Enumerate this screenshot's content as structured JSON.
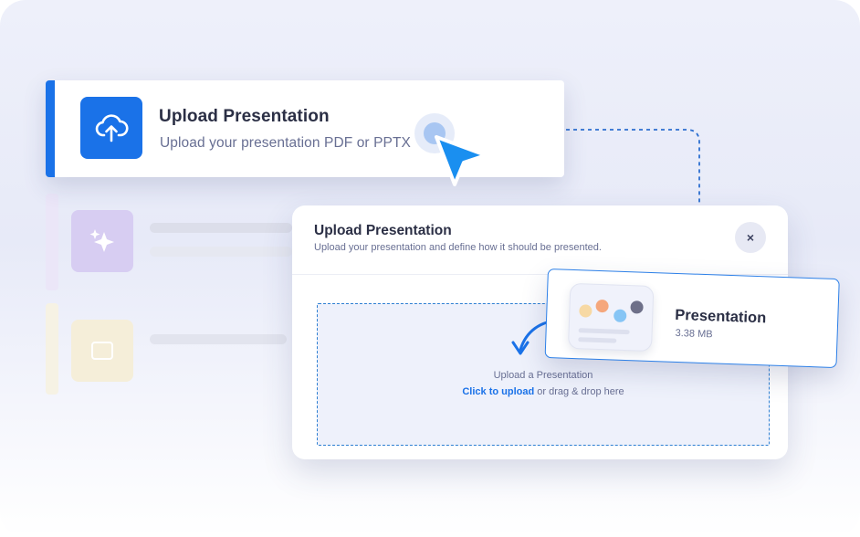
{
  "colors": {
    "accent": "#1a72e8",
    "text_primary": "#2b2f45",
    "text_secondary": "#686f93",
    "dropzone_border": "#2d7fd2",
    "ghost_purple": "#cfc7ee",
    "ghost_yellow": "#f3ead0"
  },
  "options": {
    "upload": {
      "icon": "cloud-upload-icon",
      "title": "Upload Presentation",
      "subtitle": "Upload your presentation PDF or PPTX"
    },
    "ghost_items": [
      {
        "icon": "sparkles-icon"
      },
      {
        "icon": "image-icon"
      }
    ]
  },
  "dialog": {
    "title": "Upload Presentation",
    "subtitle": "Upload your presentation and define how it should be presented.",
    "close_label": "×",
    "dropzone": {
      "title": "Upload a Presentation",
      "link_label": "Click to upload",
      "hint_rest": " or drag & drop here"
    }
  },
  "file": {
    "name": "Presentation",
    "size": "3.38 MB",
    "thumb_colors": [
      "#f7d9a4",
      "#f5a77c",
      "#86c5f5",
      "#6e7089"
    ]
  }
}
